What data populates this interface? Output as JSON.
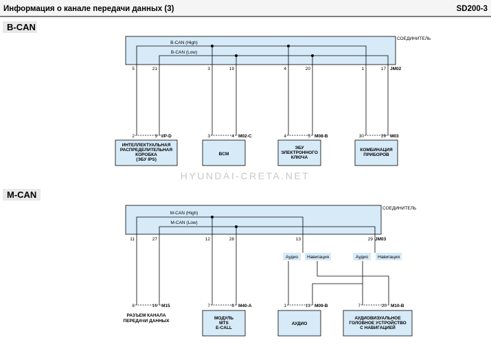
{
  "header": {
    "title": "Информация о канале передачи данных (3)",
    "code": "SD200-3"
  },
  "watermark": "HYUNDAI-CRETA.NET",
  "colors": {
    "accent": "#d6eaf8",
    "line": "#000000",
    "section_bg": "#e8e8e8"
  },
  "bcan": {
    "title": "B-CAN",
    "connector_label": "СОЕДИНИТЕЛЬ",
    "high_label": "B-CAN (High)",
    "low_label": "B-CAN (Low)",
    "connector_id": "JM02",
    "pins": [
      "5",
      "21",
      "3",
      "19",
      "4",
      "20",
      "1",
      "17"
    ],
    "modules": [
      {
        "id": "ipd",
        "pins": [
          "2",
          "3"
        ],
        "connector": "I/P-D",
        "lines": [
          "ИНТЕЛЛЕКТУАЛЬНАЯ",
          "РАСПРЕДЕЛИТЕЛЬНАЯ",
          "КОРОБКА",
          "(ЭБУ IPS)"
        ]
      },
      {
        "id": "bcm",
        "pins": [
          "3",
          "4"
        ],
        "connector": "M02-C",
        "lines": [
          "BCM"
        ]
      },
      {
        "id": "smartkey",
        "pins": [
          "4",
          "5"
        ],
        "connector": "M08-B",
        "lines": [
          "ЭБУ",
          "ЭЛЕКТРОННОГО",
          "КЛЮЧА"
        ]
      },
      {
        "id": "cluster",
        "pins": [
          "30",
          "29"
        ],
        "connector": "M03",
        "lines": [
          "КОМБИНАЦИЯ",
          "ПРИБОРОВ"
        ]
      }
    ]
  },
  "mcan": {
    "title": "M-CAN",
    "connector_label": "СОЕДИНИТЕЛЬ",
    "high_label": "M-CAN (High)",
    "low_label": "M-CAN (Low)",
    "connector_id": "JM03",
    "pins": [
      "11",
      "27",
      "12",
      "28",
      "13",
      "29"
    ],
    "audio_tag": "Аудио",
    "nav_tag": "Навигация",
    "modules": [
      {
        "id": "dlc",
        "pins": [
          "8",
          "16"
        ],
        "connector": "M15",
        "lines": [
          "РАЗЪЕМ КАНАЛА",
          "ПЕРЕДАЧИ ДАННЫХ"
        ]
      },
      {
        "id": "mts",
        "pins": [
          "7",
          "6"
        ],
        "connector": "M40-A",
        "lines": [
          "МОДУЛЬ",
          "MTS",
          "E-CALL"
        ]
      },
      {
        "id": "audio",
        "pins": [
          "1",
          "13"
        ],
        "connector": "M09-B",
        "lines": [
          "АУДИО"
        ]
      },
      {
        "id": "avn",
        "pins": [
          "7",
          "20"
        ],
        "connector": "M10-B",
        "lines": [
          "АУДИОВИЗУАЛЬНОЕ",
          "ГОЛОВНОЕ УСТРОЙСТВО",
          "С НАВИГАЦИЕЙ"
        ]
      }
    ]
  }
}
